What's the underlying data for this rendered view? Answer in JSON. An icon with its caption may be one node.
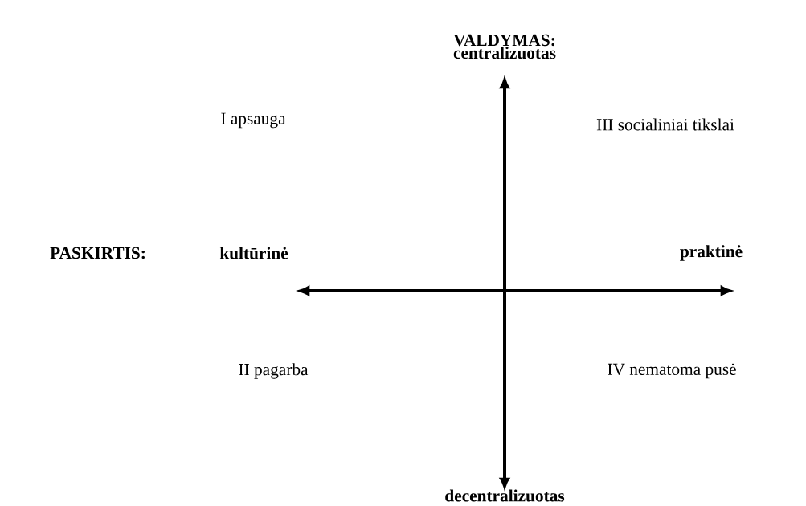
{
  "diagram": {
    "labels": [
      "VALDYMAS: centralizuotas",
      "I apsauga",
      "III socialiniai tikslai",
      "PASKIRTIS:",
      "kultūrinė",
      "praktinė",
      "II pagarba",
      "IV nematoma pusė",
      "decentralizuotas"
    ]
  }
}
